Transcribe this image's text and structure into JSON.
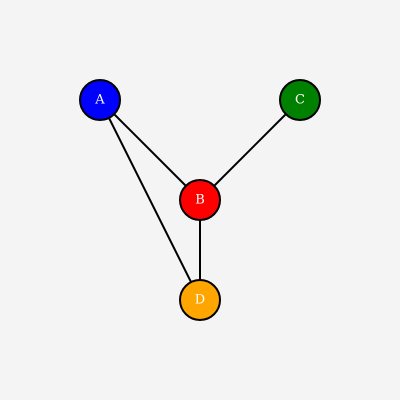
{
  "background": "#f4f4f4",
  "nodes": [
    {
      "id": "A",
      "label": "A",
      "color": "#0000ff"
    },
    {
      "id": "B",
      "label": "B",
      "color": "#ff0000"
    },
    {
      "id": "C",
      "label": "C",
      "color": "#008000"
    },
    {
      "id": "D",
      "label": "D",
      "color": "#ffa500"
    }
  ],
  "edges": [
    {
      "from": "A",
      "to": "B"
    },
    {
      "from": "A",
      "to": "D"
    },
    {
      "from": "C",
      "to": "B"
    },
    {
      "from": "B",
      "to": "D"
    }
  ]
}
